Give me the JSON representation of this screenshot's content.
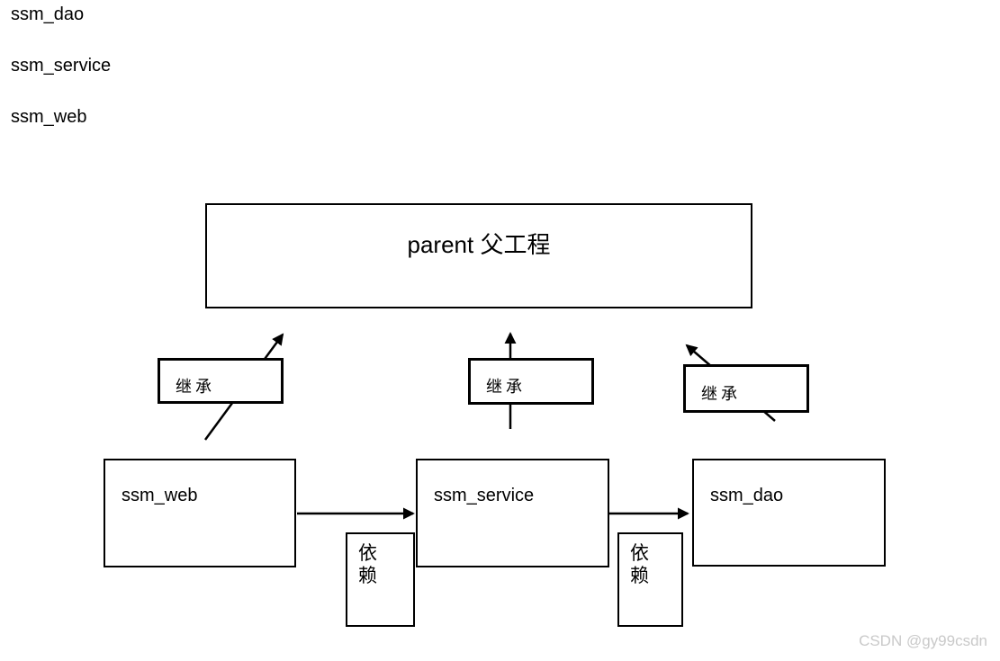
{
  "corner_list": {
    "items": [
      "ssm_dao",
      "ssm_service",
      "ssm_web"
    ]
  },
  "diagram": {
    "parent_box": {
      "label": "parent 父工程"
    },
    "project_boxes": [
      {
        "id": "ssm_web",
        "label": "ssm_web"
      },
      {
        "id": "ssm_service",
        "label": "ssm_service"
      },
      {
        "id": "ssm_dao",
        "label": "ssm_dao"
      }
    ],
    "inherit_labels": [
      {
        "label": "继承"
      },
      {
        "label": "继承"
      },
      {
        "label": "继承"
      }
    ],
    "depend_labels": [
      {
        "label": "依赖"
      },
      {
        "label": "依赖"
      }
    ],
    "colors": {
      "line": "#000000",
      "box_fill": "#ffffff"
    }
  },
  "watermark": {
    "text": "CSDN @gy99csdn",
    "color": "#c9c9c9"
  }
}
